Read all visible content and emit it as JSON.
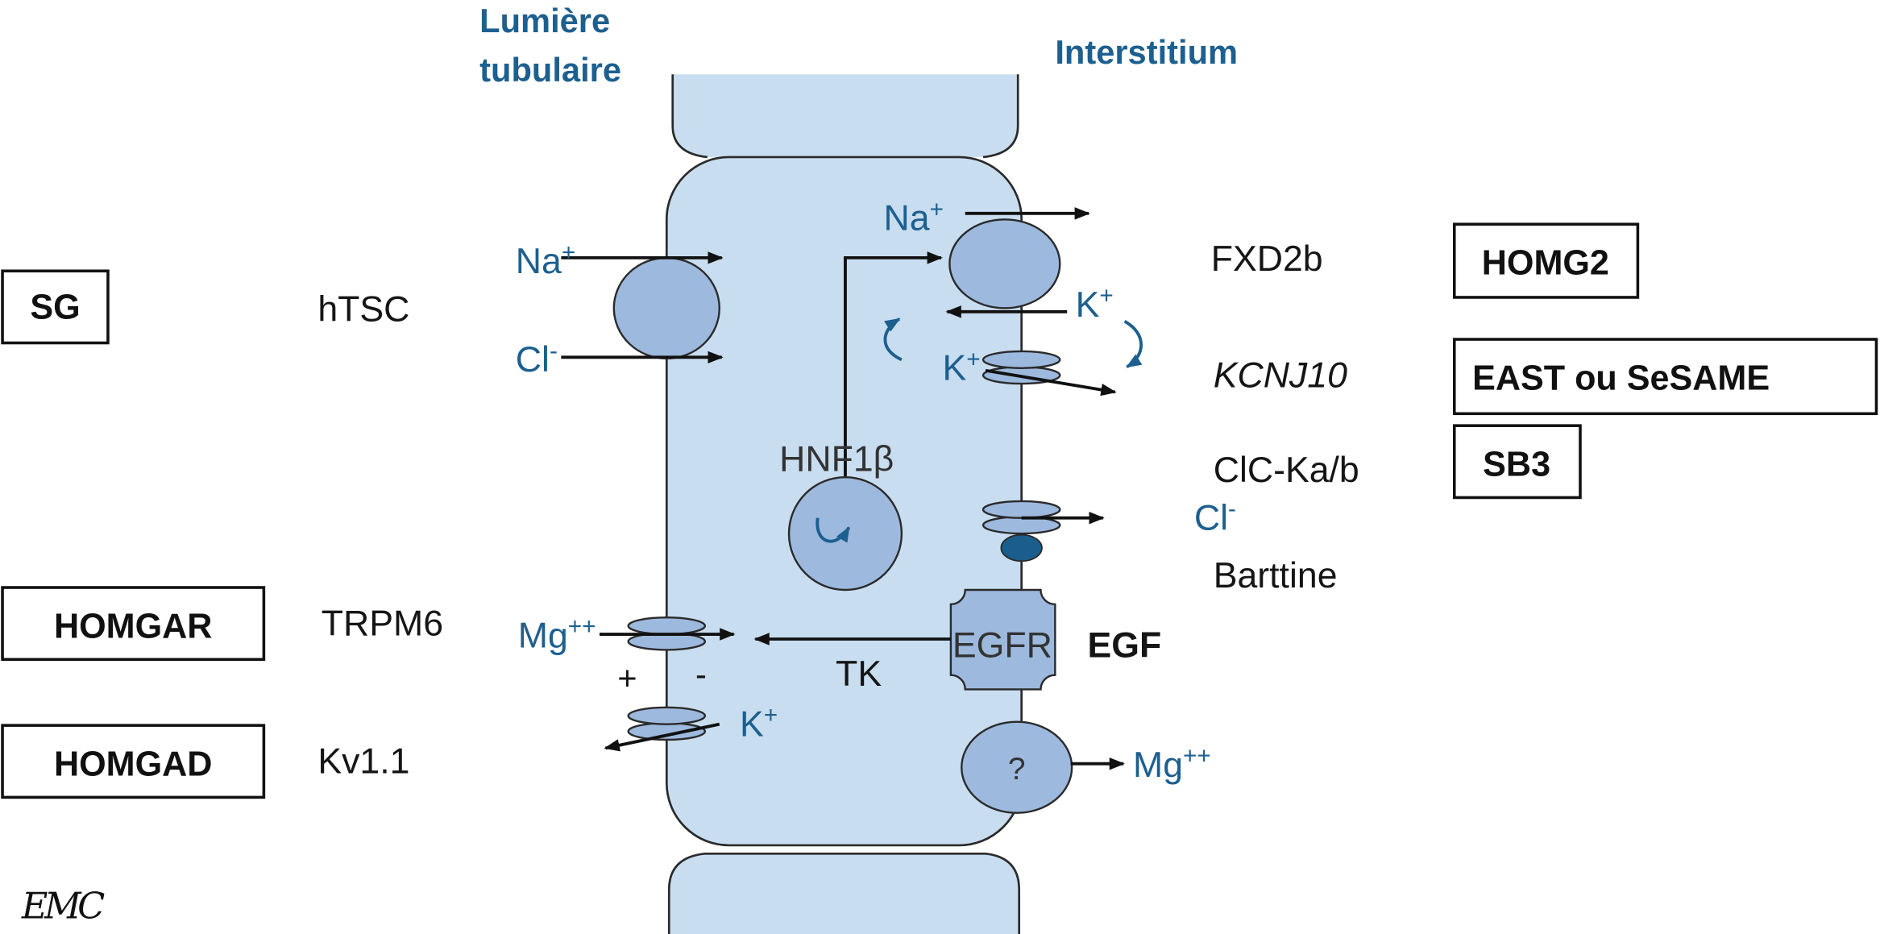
{
  "headers": {
    "lumen_line1": "Lumière",
    "lumen_line2": "tubulaire",
    "interstitium": "Interstitium"
  },
  "ions": {
    "na_lumen": {
      "base": "Na",
      "sup": "+"
    },
    "cl_lumen": {
      "base": "Cl",
      "sup": "-"
    },
    "na_pump": {
      "base": "Na",
      "sup": "+"
    },
    "k_pump": {
      "base": "K",
      "sup": "+"
    },
    "k_channel": {
      "base": "K",
      "sup": "+"
    },
    "cl_basolateral": {
      "base": "Cl",
      "sup": "-"
    },
    "mg_lumen": {
      "base": "Mg",
      "sup": "++"
    },
    "k_kv": {
      "base": "K",
      "sup": "+"
    },
    "mg_basolateral": {
      "base": "Mg",
      "sup": "++"
    }
  },
  "cell": {
    "hnf1b": "HNF1β",
    "egfr": "EGFR",
    "egf": "EGF",
    "tk": "TK",
    "unknown_transporter": "?",
    "plus": "+",
    "minus": "-"
  },
  "genes": {
    "htsc": "hTSC",
    "trpm6": "TRPM6",
    "kv11": "Kv1.1",
    "fxd2b": "FXD2b",
    "kcnj10": "KCNJ10",
    "clcka": "ClC-Ka/b",
    "barttine": "Barttine"
  },
  "diseases": {
    "sg": "SG",
    "homgar": "HOMGAR",
    "homgad": "HOMGAD",
    "homg2": "HOMG2",
    "east": "EAST ou SeSAME",
    "sb3": "SB3"
  },
  "logo": {
    "text": "EMC"
  },
  "colors": {
    "ion_text": "#1d5f8f",
    "cell_body": "#c8ddf0",
    "transport_protein": "#9db9de",
    "barttin": "#1b5d8d",
    "outline": "#2a2a2a"
  }
}
